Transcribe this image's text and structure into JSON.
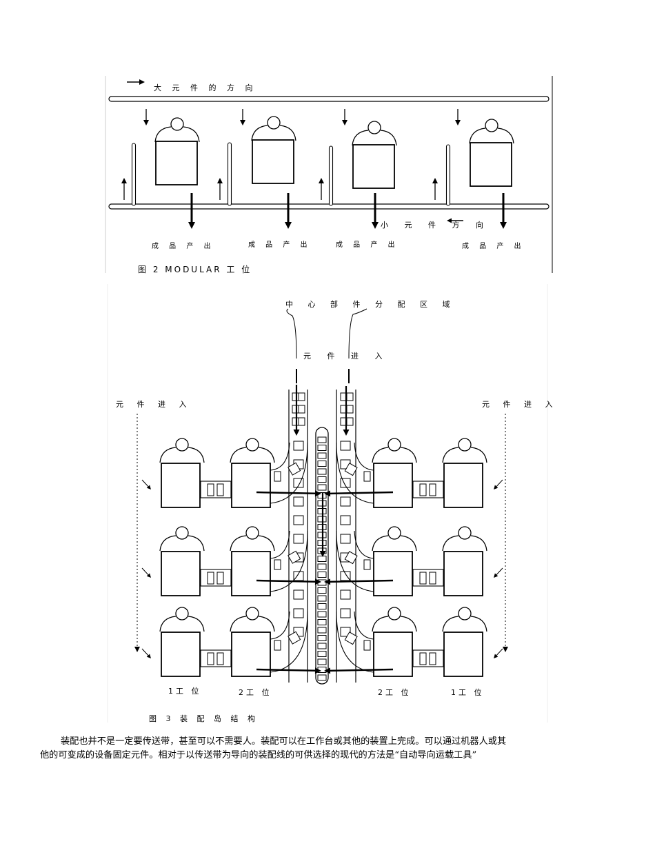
{
  "figure2": {
    "big_direction": "大 元 件 的 方 向",
    "small_direction": "小 元 件 方 向",
    "outputs": [
      "成 品 产 出",
      "成 品 产 出",
      "成 品 产 出",
      "成 品 产 出"
    ],
    "caption": "图 2  MODULAR 工 位"
  },
  "figure3": {
    "center_label": "中 心 部 件 分 配 区 域",
    "center_entry": "元 件 进 入",
    "left_entry": "元 件 进 入",
    "right_entry": "元 件 进 入",
    "station_labels": [
      "1工 位",
      "2工 位",
      "2工 位",
      "1工 位"
    ],
    "caption": "图 3  装 配 岛 结 构"
  },
  "body_text": {
    "line1": "装配也并不是一定要传送带，甚至可以不需要人。装配可以在工作台或其他的装置上完成。可以通过机器人或其",
    "line2": "他的可变成的设备固定元件。相对于以传送带为导向的装配线的可供选择的现代的方法是“自动导向运载工具”"
  }
}
